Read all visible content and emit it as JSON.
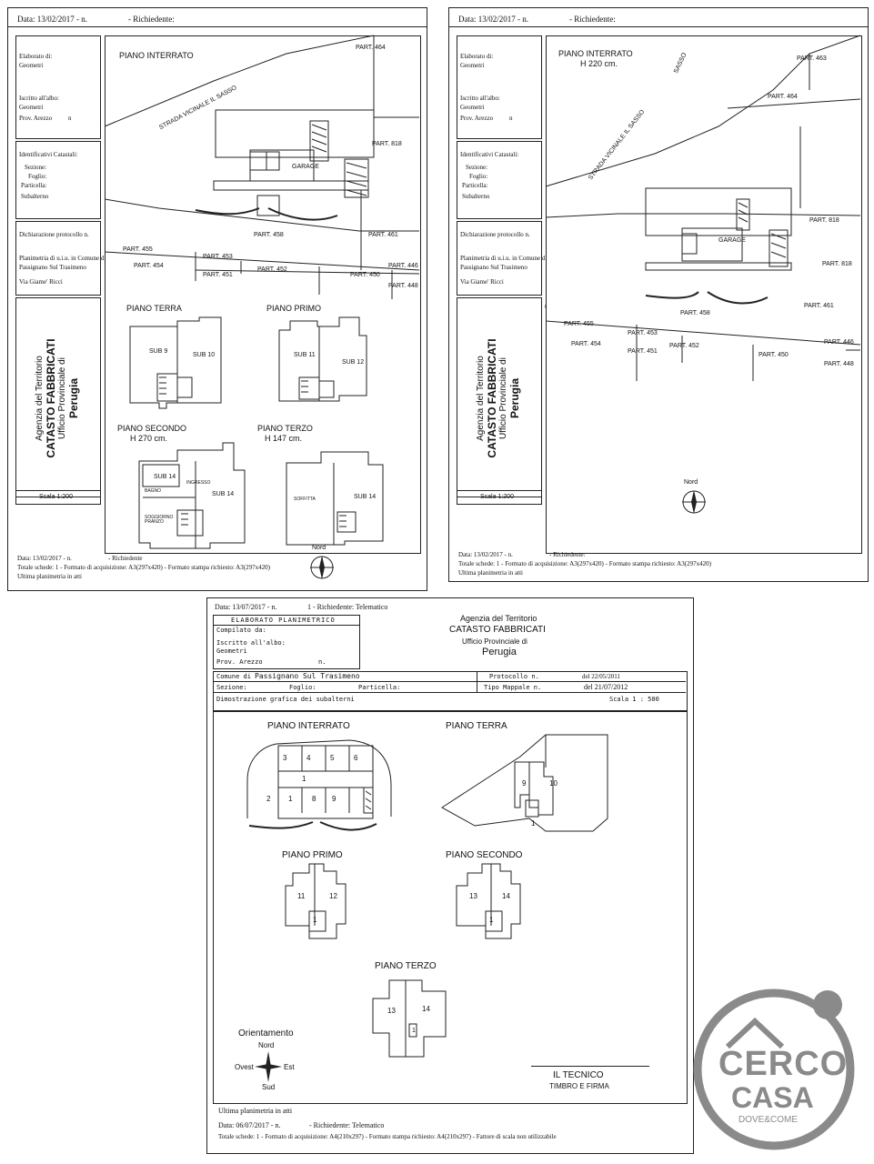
{
  "sheet1": {
    "header_date": "Data: 13/02/2017 - n.",
    "header_requester": "- Richiedente:",
    "prepared_by": "Elaborato di:",
    "profession": "Geometri",
    "registered_label": "Iscritto all'albo:",
    "registered_value": "Geometri",
    "province": "Prov. Arezzo",
    "province_n": "n",
    "cadastral_ids": "Identificativi Catastali:",
    "section": "Sezione:",
    "sheet": "Foglio:",
    "parcel": "Particella:",
    "subaltern": "Subalterno",
    "protocol_declaration": "Dichiarazione protocollo n.",
    "plan_note_1": "Planimetria di u.i.u. in Comune di",
    "plan_note_2": "Passignano Sul Trasimeno",
    "address": "Via Giame' Ricci",
    "agency": "Agenzia del Territorio",
    "catasto": "CATASTO FABBRICATI",
    "office": "Ufficio Provinciale di",
    "city": "Perugia",
    "scale": "Scala 1:200",
    "plan_basement": "PIANO INTERRATO",
    "road": "STRADA VICINALE IL SASSO",
    "garage": "GARAGE",
    "parcels": {
      "p464": "PART. 464",
      "p818": "PART. 818",
      "p458": "PART. 458",
      "p461": "PART. 461",
      "p455": "PART. 455",
      "p453": "PART. 453",
      "p454": "PART. 454",
      "p451": "PART. 451",
      "p452": "PART. 452",
      "p450": "PART. 450",
      "p446": "PART. 446",
      "p448": "PART. 448"
    },
    "plan_ground": "PIANO TERRA",
    "plan_first": "PIANO PRIMO",
    "plan_second": "PIANO SECONDO",
    "plan_second_h": "H 270 cm.",
    "plan_third": "PIANO TERZO",
    "plan_third_h": "H 147 cm.",
    "sub9": "SUB 9",
    "sub10": "SUB 10",
    "sub11": "SUB 11",
    "sub12": "SUB 12",
    "sub14a": "SUB 14",
    "sub14b": "SUB 14",
    "sub14c": "SUB 14",
    "bagno": "BAGNO",
    "ingresso": "INGRESSO",
    "soggiorno": "SOGGIORNO PRANZO",
    "soffitta": "SOFFITTA",
    "north": "Nord",
    "footer_date": "Data: 13/02/2017 - n.",
    "footer_requester": "- Richiedente",
    "footer_totals": "Totale schede: 1 - Formato di acquisizione: A3(297x420) - Formato stampa richiesto: A3(297x420)",
    "footer_last": "Ultima planimetria in atti"
  },
  "sheet2": {
    "header_date": "Data: 13/02/2017 - n.",
    "header_requester": "- Richiedente:",
    "prepared_by": "Elaborato di:",
    "profession": "Geometri",
    "registered_label": "Iscritto all'albo:",
    "registered_value": "Geometri",
    "province": "Prov. Arezzo",
    "province_n": "n",
    "cadastral_ids": "Identificativi Catastali:",
    "section": "Sezione:",
    "sheet": "Foglio:",
    "parcel": "Particella:",
    "subaltern": "Subalterno",
    "protocol_declaration": "Dichiarazione protocollo n.",
    "plan_note_1": "Planimetria di u.i.u. in Comune di",
    "plan_note_2": "Passignano Sul Trasimeno",
    "address": "Via Giame' Ricci",
    "agency": "Agenzia del Territorio",
    "catasto": "CATASTO FABBRICATI",
    "office": "Ufficio Provinciale di",
    "city": "Perugia",
    "scale": "Scala 1:200",
    "plan_basement": "PIANO INTERRATO",
    "plan_basement_h": "H 220 cm.",
    "road": "STRADA VICINALE IL SASSO",
    "road2": "SASSO",
    "garage": "GARAGE",
    "parcels": {
      "p463": "PART. 463",
      "p464": "PART. 464",
      "p818a": "PART. 818",
      "p818b": "PART. 818",
      "p461": "PART. 461",
      "p458": "PART. 458",
      "p455": "PART. 455",
      "p453": "PART. 453",
      "p454": "PART. 454",
      "p451": "PART. 451",
      "p452": "PART. 452",
      "p450": "PART. 450",
      "p446": "PART. 446",
      "p448": "PART. 448"
    },
    "north": "Nord",
    "footer_date": "Data: 13/02/2017 - n.",
    "footer_requester": "- Richiedente:",
    "footer_totals": "Totale schede: 1 - Formato di acquisizione: A3(297x420) - Formato stampa richiesto: A3(297x420)",
    "footer_last": "Ultima planimetria in atti"
  },
  "sheet3": {
    "header_date": "Data: 13/07/2017 - n.",
    "header_requester": "1 - Richiedente: Telematico",
    "title_box": "ELABORATO PLANIMETRICO",
    "compiled_by": "Compilato da:",
    "registered_label": "Iscritto all'albo:",
    "registered_value": "Geometri",
    "province": "Prov. Arezzo",
    "province_n": "n.",
    "agency": "Agenzia del Territorio",
    "catasto": "CATASTO FABBRICATI",
    "office": "Ufficio Provinciale di",
    "city": "Perugia",
    "comune_label": "Comune di",
    "comune_value": "Passignano Sul Trasimeno",
    "protocol_label": "Protocollo n.",
    "protocol_date": "del 22/05/2011",
    "section": "Sezione:",
    "sheet": "Foglio:",
    "parcel": "Particella:",
    "map_type": "Tipo Mappale n.",
    "map_date": "del 21/07/2012",
    "demonstration": "Dimostrazione grafica dei subalterni",
    "scale": "Scala 1 : 500",
    "plan_basement": "PIANO INTERRATO",
    "plan_ground": "PIANO TERRA",
    "plan_first": "PIANO PRIMO",
    "plan_second": "PIANO SECONDO",
    "plan_third": "PIANO TERZO",
    "n1": "1",
    "n2": "2",
    "n3": "3",
    "n4": "4",
    "n5": "5",
    "n6": "6",
    "n8": "8",
    "n9": "9",
    "g9": "9",
    "g10": "10",
    "g1": "1",
    "f11": "11",
    "f12": "12",
    "f1": "1",
    "s13": "13",
    "s14": "14",
    "s1": "1",
    "t13": "13",
    "t14": "14",
    "t1": "1",
    "orientation": "Orientamento",
    "north": "Nord",
    "west": "Ovest",
    "east": "Est",
    "south": "Sud",
    "technician": "IL TECNICO",
    "stamp": "TIMBRO E FIRMA",
    "last_plan": "Ultima planimetria in atti",
    "footer_date": "Data: 06/07/2017 - n.",
    "footer_requester": "- Richiedente: Telematico",
    "footer_totals": "Totale schede: 1 - Formato di acquisizione: A4(210x297) - Formato stampa richiesto: A4(210x297) - Fattore di scala non utilizzabile"
  },
  "watermark": {
    "cerco": "CERCO",
    "casa": "CASA",
    "tagline": "DOVE&COME",
    "color": "#8a8a8a"
  }
}
